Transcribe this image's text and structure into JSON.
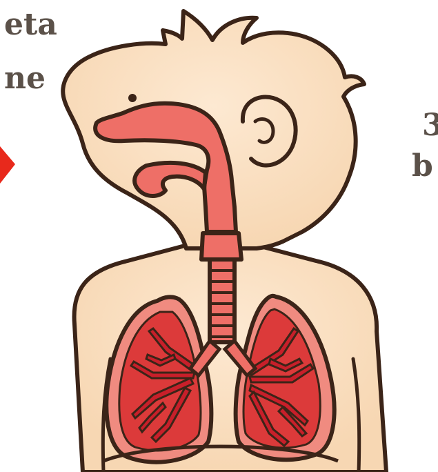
{
  "slide": {
    "left_text_line1": "eta",
    "left_text_line2": "ne",
    "right_text_line1": "3",
    "right_text_line2": "b"
  },
  "colors": {
    "skin": "#fbe2c4",
    "outline": "#3b2418",
    "airway": "#ee6f67",
    "lung_outer": "#f08b80",
    "lung_inner": "#dc3a3a",
    "bronchi": "#c81f2a",
    "arrow": "#e8291c",
    "text": "#5b5149"
  },
  "icons": {
    "pointer": "red-arrow-icon"
  }
}
